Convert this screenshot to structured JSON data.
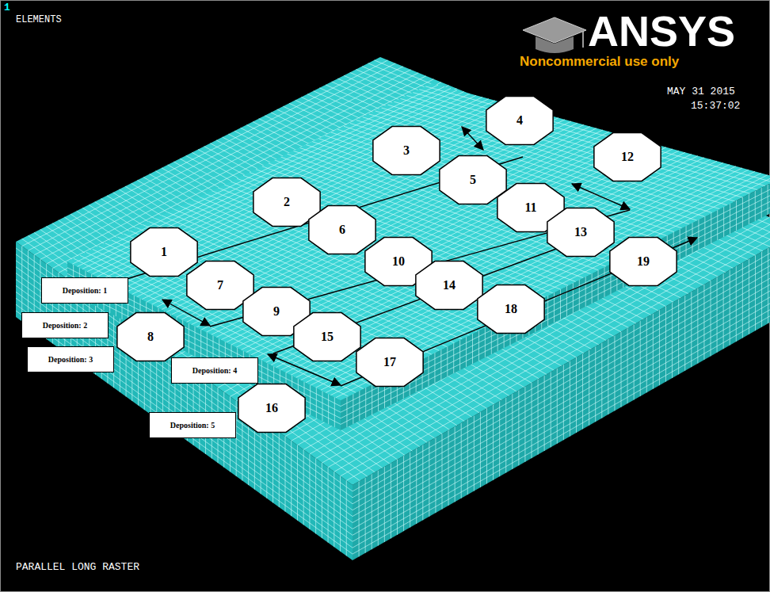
{
  "diagram": {
    "nodes": [
      {
        "text": [
          "1"
        ]
      },
      {
        "text": [
          "2"
        ]
      },
      {
        "text": [
          "3"
        ]
      },
      {
        "text": [
          "4"
        ]
      },
      {
        "text": [
          "5"
        ]
      },
      {
        "text": [
          "6"
        ]
      },
      {
        "text": [
          "7"
        ]
      },
      {
        "text": [
          "8"
        ]
      },
      {
        "text": [
          "9"
        ]
      },
      {
        "text": [
          "10"
        ]
      },
      {
        "text": [
          "11"
        ]
      },
      {
        "text": [
          "12"
        ]
      },
      {
        "text": [
          "13"
        ]
      },
      {
        "text": [
          "14"
        ]
      },
      {
        "text": [
          "15"
        ]
      },
      {
        "text": [
          "16"
        ]
      },
      {
        "text": [
          "17"
        ]
      },
      {
        "text": [
          "18"
        ]
      },
      {
        "text": [
          "19"
        ]
      },
      {
        "text": [
          "Deposition: 1"
        ]
      },
      {
        "text": [
          "Deposition: 2"
        ]
      },
      {
        "text": [
          "Deposition: 3"
        ]
      },
      {
        "text": [
          "Deposition: 4"
        ]
      },
      {
        "text": [
          "Deposition: 5"
        ]
      }
    ],
    "labels": [
      "1",
      "ELEMENTS",
      "ANSYS",
      "Noncommercial use only",
      "MAY 31 2015",
      "15:37:02",
      "PARALLEL LONG RASTER"
    ]
  }
}
